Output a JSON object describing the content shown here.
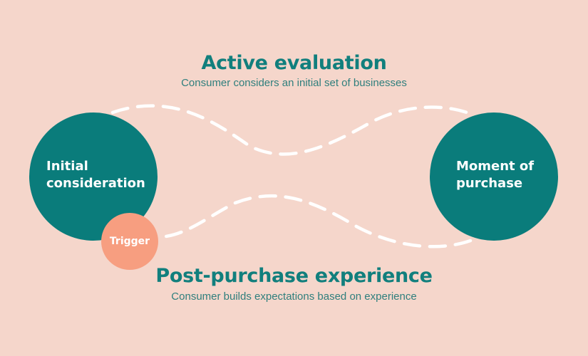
{
  "colors": {
    "background": "#f5d6cb",
    "teal": "#0a7c7b",
    "heading_teal": "#117f7d",
    "trigger_salmon": "#f79e80",
    "path_dash": "#ffffff"
  },
  "active_evaluation": {
    "title": "Active evaluation",
    "subtitle": "Consumer considers an initial set of businesses"
  },
  "post_purchase": {
    "title": "Post-purchase experience",
    "subtitle": "Consumer builds expectations based on experience"
  },
  "nodes": {
    "initial": "Initial\nconsideration",
    "purchase": "Moment of\npurchase",
    "trigger": "Trigger"
  },
  "connectors": {
    "top": "dashed curve from initial consideration to moment of purchase",
    "bottom": "dashed curve from moment of purchase back to trigger"
  }
}
